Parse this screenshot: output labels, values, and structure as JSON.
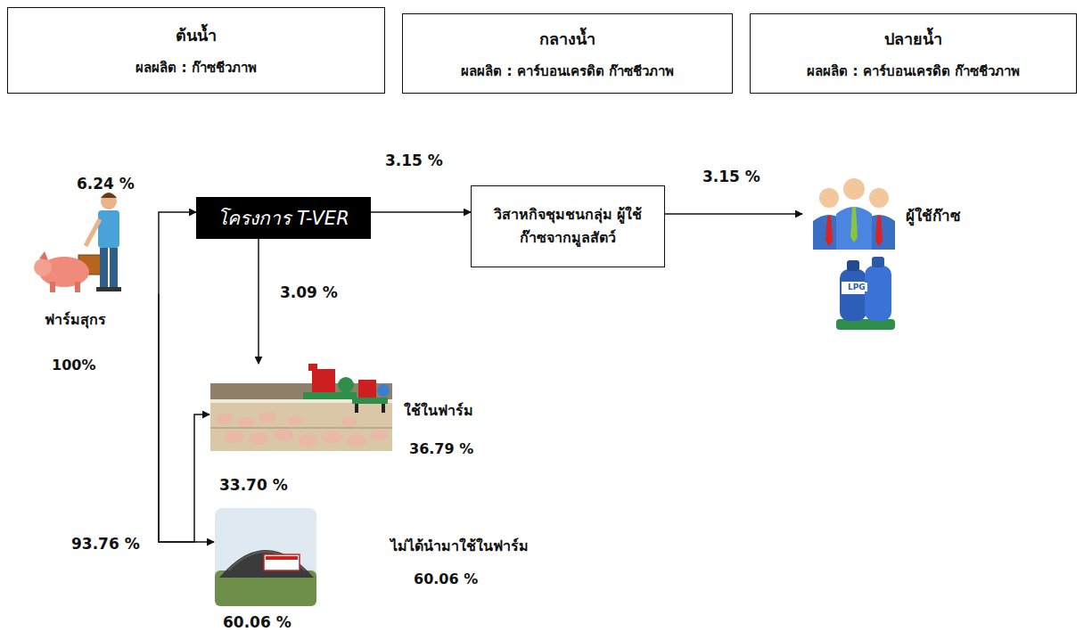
{
  "diagram": {
    "nodes": [
      {
        "text": [
          "ต้นน้ำ",
          "ผลผลิต : ก๊าซชีวภาพ"
        ]
      },
      {
        "text": [
          "กลางน้ำ",
          "ผลผลิต : คาร์บอนเครดิต ก๊าซชีวภาพ"
        ]
      },
      {
        "text": [
          "ปลายน้ำ",
          "ผลผลิต : คาร์บอนเครดิต ก๊าซชีวภาพ"
        ]
      },
      {
        "text": [
          "ฟาร์มสุกร",
          "100%"
        ]
      },
      {
        "text": [
          "โครงการ T-VER"
        ]
      },
      {
        "text": [
          "วิสาหกิจชุมชนกลุ่ม ผู้ใช้ก๊าซจากมูลสัตว์"
        ]
      },
      {
        "text": [
          "ผู้ใช้ก๊าซ"
        ]
      },
      {
        "text": [
          "ใช้ในฟาร์ม",
          "36.79 %"
        ]
      },
      {
        "text": [
          "ไม่ได้นำมาใช้ในฟาร์ม",
          "60.06 %"
        ]
      }
    ],
    "edges": [
      {
        "from": 3,
        "to": 4,
        "label": "6.24 %",
        "arrow": "to"
      },
      {
        "from": 3,
        "to": 7,
        "label": "33.70 %",
        "arrow": "to"
      },
      {
        "from": 3,
        "to": 8,
        "label": "60.06 %",
        "arrow": "to"
      },
      {
        "from": 4,
        "to": 5,
        "label": "3.15 %",
        "arrow": "to"
      },
      {
        "from": 4,
        "to": 7,
        "label": "3.09 %",
        "arrow": "to"
      },
      {
        "from": 5,
        "to": 6,
        "label": "3.15 %",
        "arrow": "to"
      }
    ],
    "labels": [
      "93.76 %",
      "LPG"
    ]
  }
}
